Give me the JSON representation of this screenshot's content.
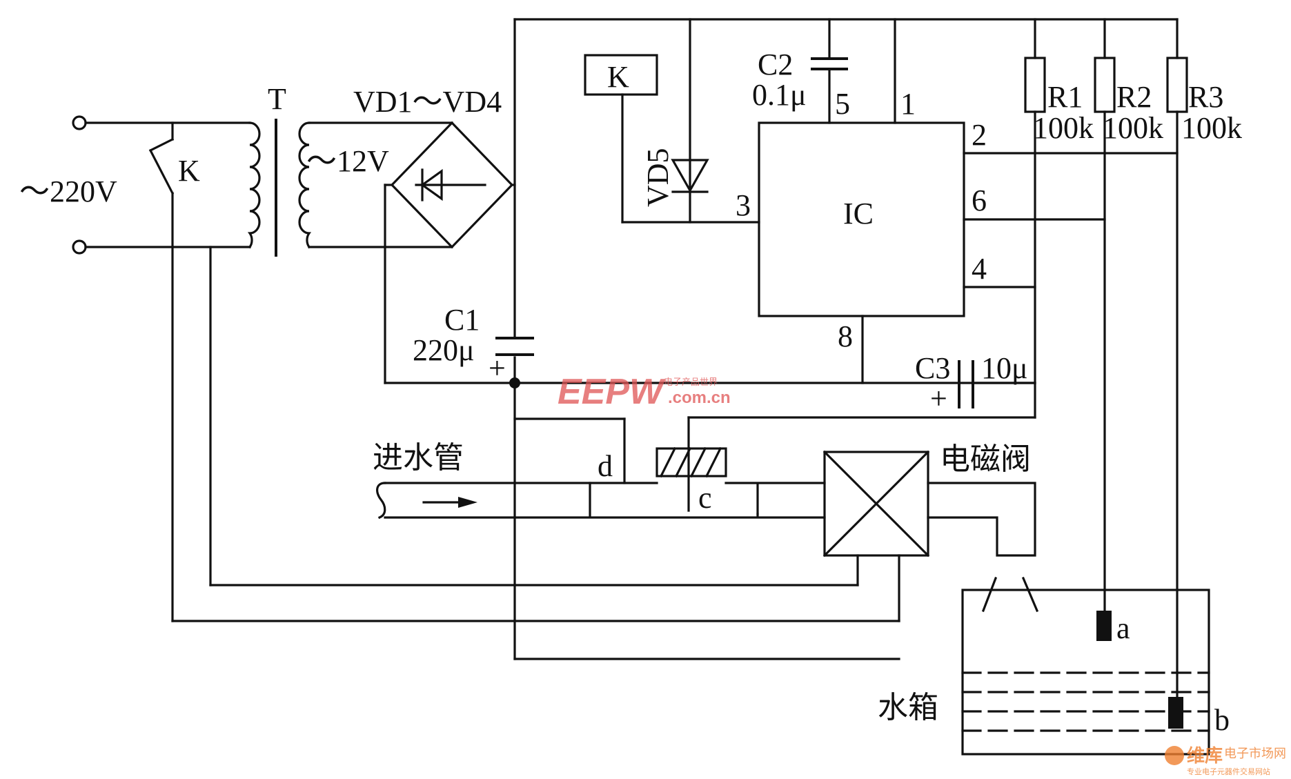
{
  "labels": {
    "mains": "～220V",
    "switch_k": "K",
    "transformer": "T",
    "secondary": "～12V",
    "bridge": "VD1～VD4",
    "relay": "K",
    "diode": "VD5",
    "c2_name": "C2",
    "c2_value": "0.1μ",
    "c1_name": "C1",
    "c1_value": "220μ",
    "c1_polarity": "+",
    "c3_name": "C3",
    "c3_value": "10μ",
    "c3_polarity": "+",
    "ic": "IC",
    "r1_name": "R1",
    "r1_value": "100k",
    "r2_name": "R2",
    "r2_value": "100k",
    "r3_name": "R3",
    "r3_value": "100k",
    "pins": {
      "p1": "1",
      "p2": "2",
      "p3": "3",
      "p4": "4",
      "p5": "5",
      "p6": "6",
      "p8": "8"
    },
    "inlet_pipe": "进水管",
    "solenoid_valve": "电磁阀",
    "water_tank": "水箱",
    "electrode_a": "a",
    "electrode_b": "b",
    "electrode_c": "c",
    "electrode_d": "d"
  },
  "watermarks": {
    "eepw": "EEPW",
    "eepw_domain": ".com.cn",
    "eepw_cn": "电子产品世界",
    "corner_brand": "维库",
    "corner_title": "电子市场网",
    "corner_sub": "专业电子元器件交易网站"
  },
  "colors": {
    "line": "#111111",
    "watermark_red": "#e05555",
    "corner_orange": "#f08030"
  }
}
